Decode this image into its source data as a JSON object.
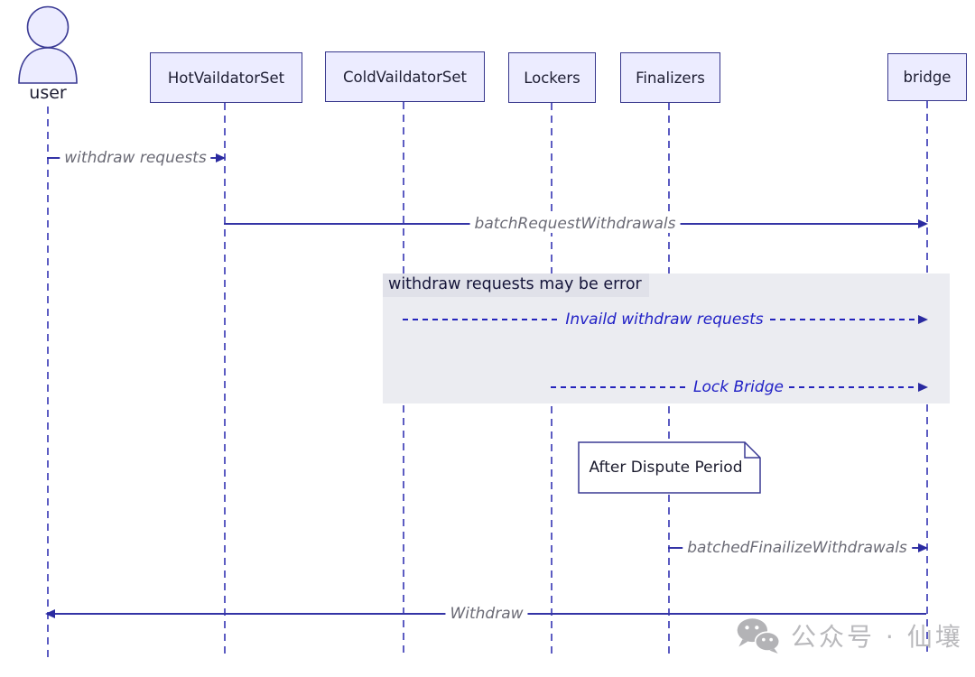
{
  "participants": [
    {
      "id": "user",
      "label": "user",
      "kind": "actor"
    },
    {
      "id": "hotvaildatorset",
      "label": "HotVaildatorSet",
      "kind": "participant"
    },
    {
      "id": "coldvaildatorset",
      "label": "ColdVaildatorSet",
      "kind": "participant"
    },
    {
      "id": "lockers",
      "label": "Lockers",
      "kind": "participant"
    },
    {
      "id": "finalizers",
      "label": "Finalizers",
      "kind": "participant"
    },
    {
      "id": "bridge",
      "label": "bridge",
      "kind": "participant"
    }
  ],
  "messages": [
    {
      "from": "user",
      "to": "hotvaildatorset",
      "label": "withdraw requests",
      "line": "solid",
      "text_color": "gray"
    },
    {
      "from": "hotvaildatorset",
      "to": "bridge",
      "label": "batchRequestWithdrawals",
      "line": "solid",
      "text_color": "gray"
    },
    {
      "from": "coldvaildatorset",
      "to": "bridge",
      "label": "Invaild withdraw requests",
      "line": "dashed",
      "text_color": "blue"
    },
    {
      "from": "lockers",
      "to": "bridge",
      "label": "Lock Bridge",
      "line": "dashed",
      "text_color": "blue"
    },
    {
      "from": "finalizers",
      "to": "bridge",
      "label": "batchedFinailizeWithdrawals",
      "line": "solid",
      "text_color": "gray"
    },
    {
      "from": "bridge",
      "to": "user",
      "label": "Withdraw",
      "line": "solid",
      "text_color": "gray"
    }
  ],
  "region": {
    "label": "withdraw requests may be error"
  },
  "note": {
    "text": "After Dispute Period"
  },
  "watermark": {
    "icon": "wechat-icon",
    "text": "公众号 · 仙壤"
  },
  "colors": {
    "participant_fill": "#ECECFF",
    "participant_border": "#37378C",
    "lifeline": "#5C5CC2",
    "solid_arrow": "#3434A6",
    "dashed_arrow": "#2424BC",
    "gray_message_text": "#6B6B76",
    "blue_message_text": "#2121C6",
    "region_background": "#EBECF1",
    "region_label_background": "#E0E1E9",
    "note_fill": "#FFFFFF",
    "note_border": "#3A3A94",
    "watermark_gray": "#B9B9BC"
  }
}
